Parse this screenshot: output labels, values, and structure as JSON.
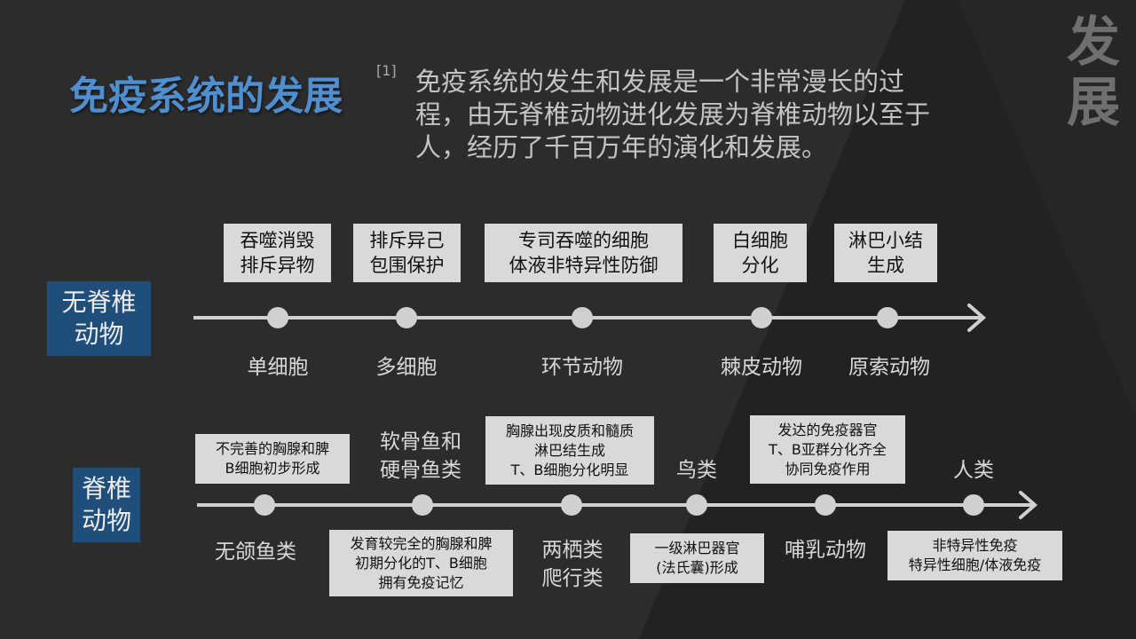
{
  "colors": {
    "background": "#2c2c2c",
    "title_blue": "#4f8ecf",
    "group_label_bg": "#1f4e7a",
    "box_bg": "#d9d9d9",
    "line": "#d0d0d0"
  },
  "side_title": [
    "发",
    "展"
  ],
  "title": "免疫系统的发展",
  "reference": "[1]",
  "intro": "免疫系统的发生和发展是一个非常漫长的过程，由无脊椎动物进化发展为脊椎动物以至于人，经历了千百万年的演化和发展。",
  "invertebrate": {
    "label": "无脊椎\n动物",
    "stages": [
      {
        "name": "单细胞",
        "event": "吞噬消毁\n排斥异物"
      },
      {
        "name": "多细胞",
        "event": "排斥异己\n包围保护"
      },
      {
        "name": "环节动物",
        "event": "专司吞噬的细胞\n体液非特异性防御"
      },
      {
        "name": "棘皮动物",
        "event": "白细胞\n分化"
      },
      {
        "name": "原索动物",
        "event": "淋巴小结\n生成"
      }
    ]
  },
  "vertebrate": {
    "label": "脊椎\n动物",
    "stages": [
      {
        "name": "无颌鱼类",
        "event": "不完善的胸腺和脾\nB细胞初步形成"
      },
      {
        "name": "软骨鱼和\n硬骨鱼类",
        "event": "发育较完全的胸腺和脾\n初期分化的T、B细胞\n拥有免疫记忆"
      },
      {
        "name": "两栖类\n爬行类",
        "event": "胸腺出现皮质和髓质\n淋巴结生成\nT、B细胞分化明显"
      },
      {
        "name": "鸟类",
        "event": "一级淋巴器官\n(法氏囊)形成"
      },
      {
        "name": "哺乳动物",
        "event": "发达的免疫器官\nT、B亚群分化齐全\n协同免疫作用"
      },
      {
        "name": "人类",
        "event": "非特异性免疫\n特异性细胞/体液免疫"
      }
    ]
  }
}
